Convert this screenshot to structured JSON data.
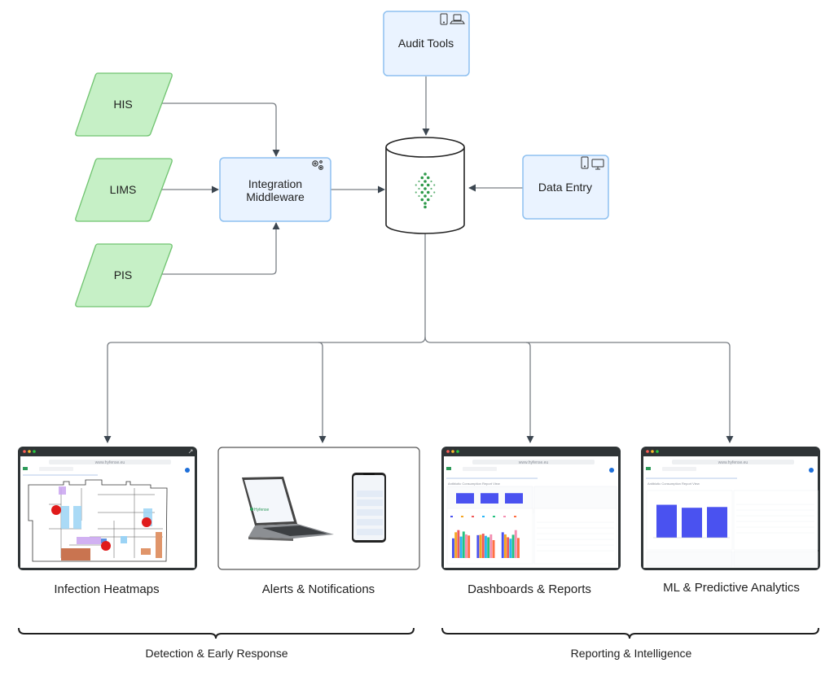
{
  "diagram": {
    "sources": [
      {
        "id": "his",
        "label": "HIS"
      },
      {
        "id": "lims",
        "label": "LIMS"
      },
      {
        "id": "pis",
        "label": "PIS"
      }
    ],
    "middleware": {
      "label_line1": "Integration",
      "label_line2": "Middleware",
      "icon": "gears-icon"
    },
    "audit_tools": {
      "label": "Audit Tools",
      "icons": [
        "mobile-icon",
        "laptop-icon"
      ]
    },
    "data_entry": {
      "label": "Data Entry",
      "icons": [
        "mobile-icon",
        "desktop-icon"
      ]
    },
    "database": {
      "icon": "hyfense-logo-icon",
      "accent": "#2e9a4a"
    },
    "outputs": [
      {
        "id": "heatmaps",
        "label": "Infection Heatmaps",
        "url": "www.hyfense.eu"
      },
      {
        "id": "alerts",
        "label": "Alerts & Notifications",
        "brand": "Hyfense"
      },
      {
        "id": "dashboards",
        "label": "Dashboards & Reports",
        "url": "www.hyfense.eu",
        "section_title": "Antibiotic Consumption Report View"
      },
      {
        "id": "ml",
        "label": "ML & Predictive Analytics",
        "url": "www.hyfense.eu",
        "section_title": "Antibiotic Consumption Report View"
      }
    ],
    "groups": [
      {
        "label": "Detection & Early Response"
      },
      {
        "label": "Reporting & Intelligence"
      }
    ],
    "edges": [
      {
        "from": "HIS",
        "to": "Integration Middleware"
      },
      {
        "from": "LIMS",
        "to": "Integration Middleware"
      },
      {
        "from": "PIS",
        "to": "Integration Middleware"
      },
      {
        "from": "Integration Middleware",
        "to": "Database"
      },
      {
        "from": "Audit Tools",
        "to": "Database"
      },
      {
        "from": "Data Entry",
        "to": "Database"
      },
      {
        "from": "Database",
        "to": "Infection Heatmaps"
      },
      {
        "from": "Database",
        "to": "Alerts & Notifications"
      },
      {
        "from": "Database",
        "to": "Dashboards & Reports"
      },
      {
        "from": "Database",
        "to": "ML & Predictive Analytics"
      }
    ],
    "colors": {
      "source_fill": "#c6f0c6",
      "source_stroke": "#6fc36f",
      "box_fill": "#eaf3ff",
      "box_stroke": "#8ec0f0",
      "edge": "#7a7f85",
      "arrow": "#3c4650",
      "window_bar": "#2f3436",
      "bar_blue": "#4a52f0"
    }
  },
  "dashboard_bars": {
    "top_values": [
      0.8,
      0.8,
      0.8
    ],
    "grouped_series_colors": [
      "#4a52f0",
      "#f5a623",
      "#f05a5a",
      "#29b6f6",
      "#26c281",
      "#f48fb1",
      "#ff7043"
    ],
    "grouped_values": [
      [
        0.55,
        0.72,
        0.78,
        0.6,
        0.74,
        0.66,
        0.63
      ],
      [
        0.64,
        0.65,
        0.68,
        0.62,
        0.58,
        0.66,
        0.5
      ],
      [
        0.72,
        0.66,
        0.58,
        0.54,
        0.65,
        0.78,
        0.56
      ]
    ]
  },
  "ml_bars": {
    "values": [
      0.88,
      0.8,
      0.82
    ]
  }
}
